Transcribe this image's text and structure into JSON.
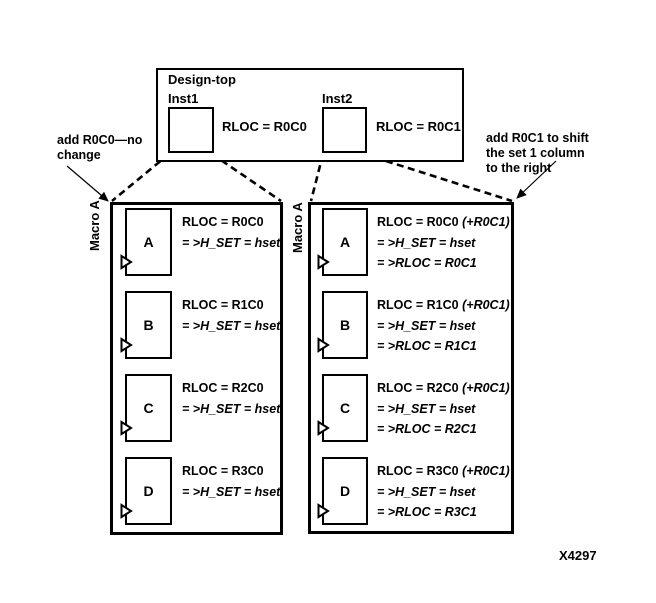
{
  "figure": {
    "id": "X4297"
  },
  "design_top": {
    "title": "Design-top",
    "instances": [
      {
        "name": "Inst1",
        "rloc_label": "RLOC = R0C0"
      },
      {
        "name": "Inst2",
        "rloc_label": "RLOC = R0C1"
      }
    ]
  },
  "annotations": {
    "left": {
      "lines": [
        "add R0C0—no",
        "change"
      ]
    },
    "right": {
      "lines": [
        "add R0C1 to shift",
        "the set 1 column",
        "to the right"
      ]
    }
  },
  "macros": [
    {
      "label": "Macro A",
      "cells": [
        {
          "name": "A",
          "rloc": "RLOC = R0C0",
          "mapping": "= >H_SET = hset"
        },
        {
          "name": "B",
          "rloc": "RLOC = R1C0",
          "mapping": "= >H_SET = hset"
        },
        {
          "name": "C",
          "rloc": "RLOC = R2C0",
          "mapping": "= >H_SET = hset"
        },
        {
          "name": "D",
          "rloc": "RLOC = R3C0",
          "mapping": "= >H_SET = hset"
        }
      ]
    },
    {
      "label": "Macro A",
      "cells": [
        {
          "name": "A",
          "rloc": "RLOC = R0C0",
          "rloc_add": "(+R0C1)",
          "mapping": "= >H_SET = hset",
          "new_rloc": "= >RLOC = R0C1"
        },
        {
          "name": "B",
          "rloc": "RLOC = R1C0",
          "rloc_add": "(+R0C1)",
          "mapping": "= >H_SET = hset",
          "new_rloc": "= >RLOC = R1C1"
        },
        {
          "name": "C",
          "rloc": "RLOC = R2C0",
          "rloc_add": "(+R0C1)",
          "mapping": "= >H_SET = hset",
          "new_rloc": "= >RLOC = R2C1"
        },
        {
          "name": "D",
          "rloc": "RLOC = R3C0",
          "rloc_add": "(+R0C1)",
          "mapping": "= >H_SET = hset",
          "new_rloc": "= >RLOC = R3C1"
        }
      ]
    }
  ],
  "colors": {
    "ink": "#000000",
    "background": "#ffffff"
  }
}
